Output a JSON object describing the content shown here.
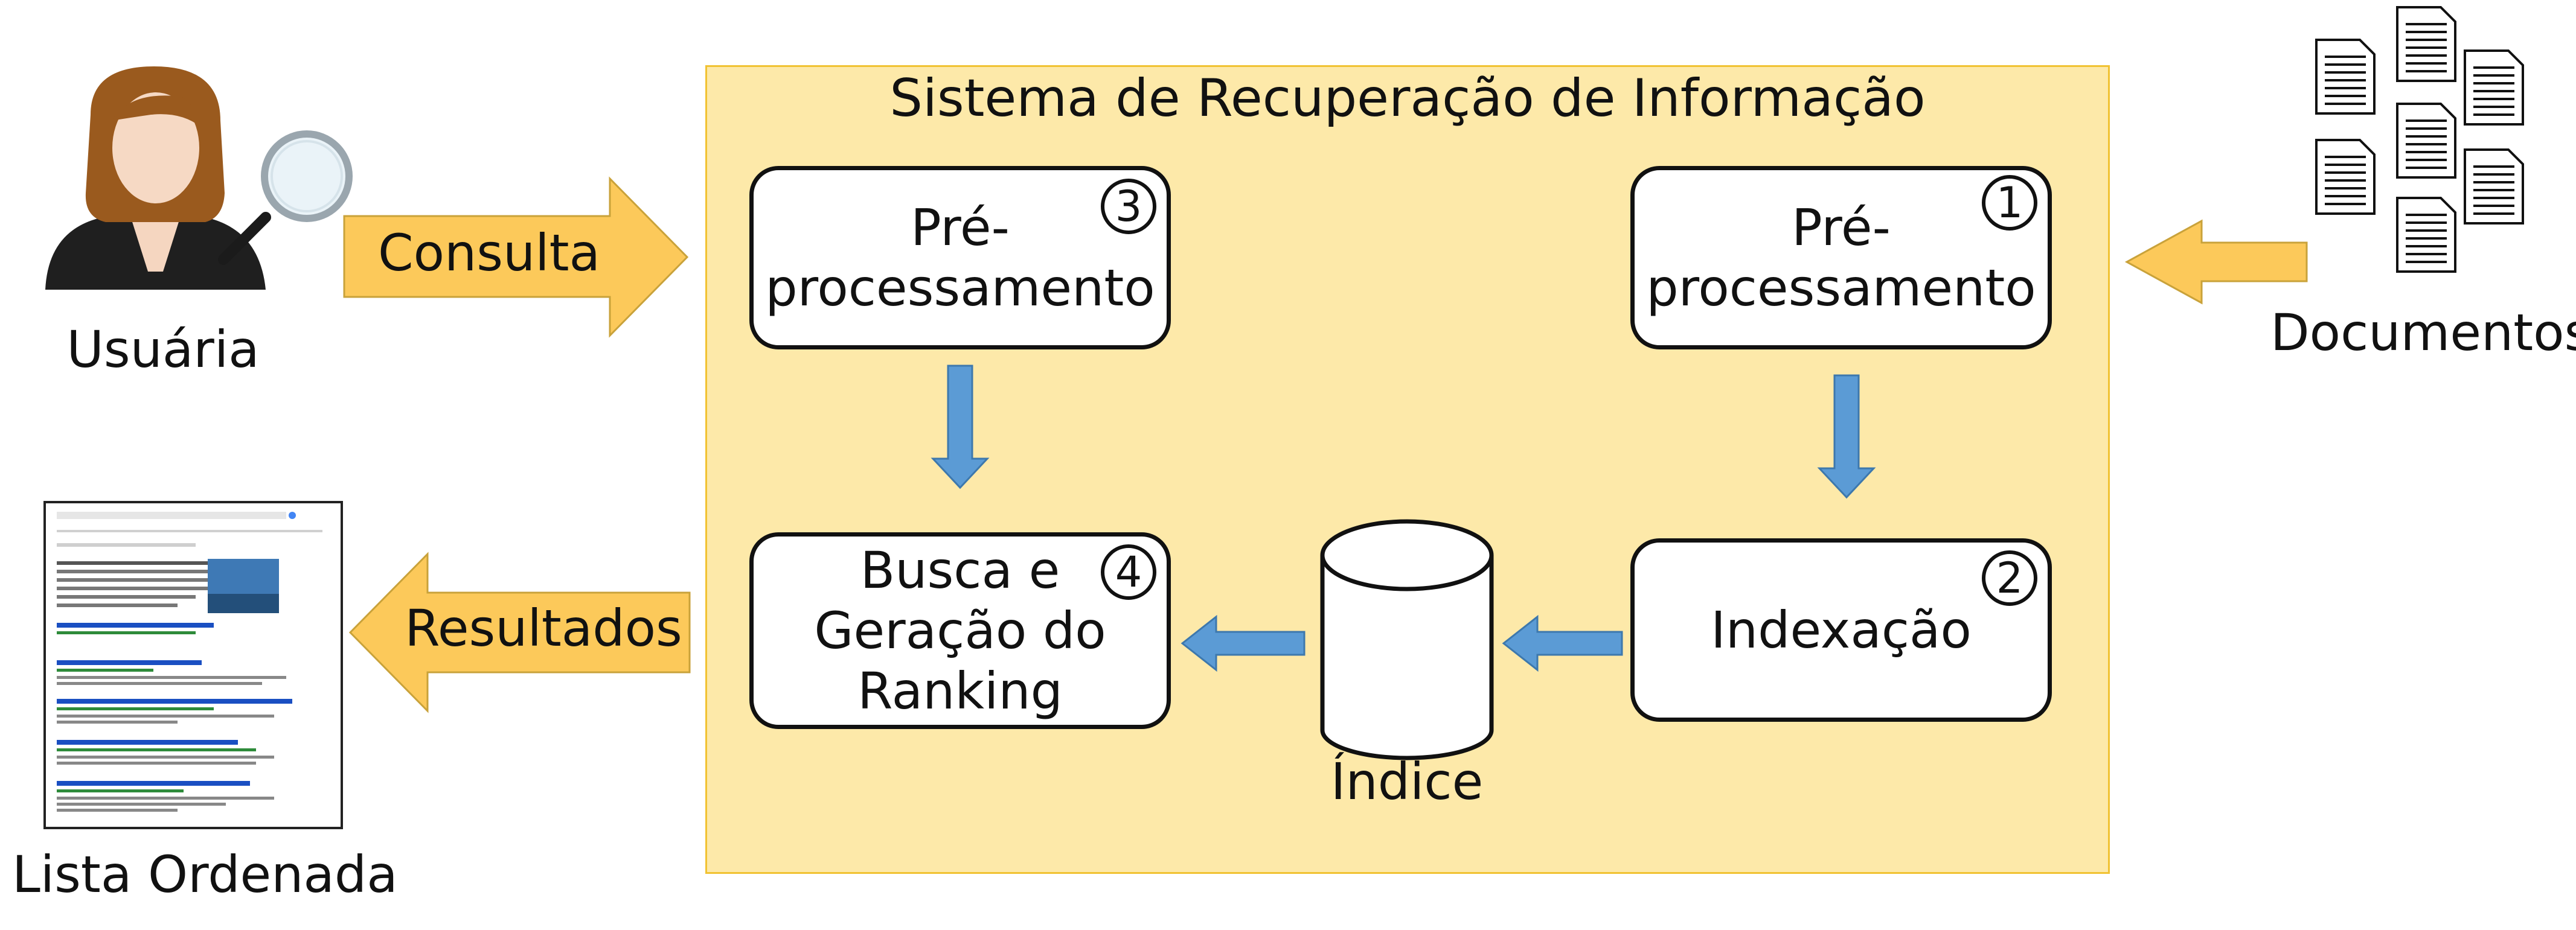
{
  "system": {
    "title": "Sistema de Recuperação de Informação"
  },
  "actors": {
    "user_label": "Usuária",
    "documents_label": "Documentos",
    "ranked_list_label": "Lista Ordenada"
  },
  "flows": {
    "query_label": "Consulta",
    "results_label": "Resultados"
  },
  "steps": [
    {
      "number": "1",
      "lines": [
        "Pré-",
        "processamento"
      ]
    },
    {
      "number": "2",
      "lines": [
        "Indexação"
      ]
    },
    {
      "number": "3",
      "lines": [
        "Pré-",
        "processamento"
      ]
    },
    {
      "number": "4",
      "lines": [
        "Busca e",
        "Geração do",
        "Ranking"
      ]
    }
  ],
  "index": {
    "label": "Índice"
  },
  "colors": {
    "system_fill": "#fde9a9",
    "system_border": "#f1c232",
    "big_arrow_fill": "#fcc95a",
    "small_arrow_fill": "#5b9bd5"
  }
}
